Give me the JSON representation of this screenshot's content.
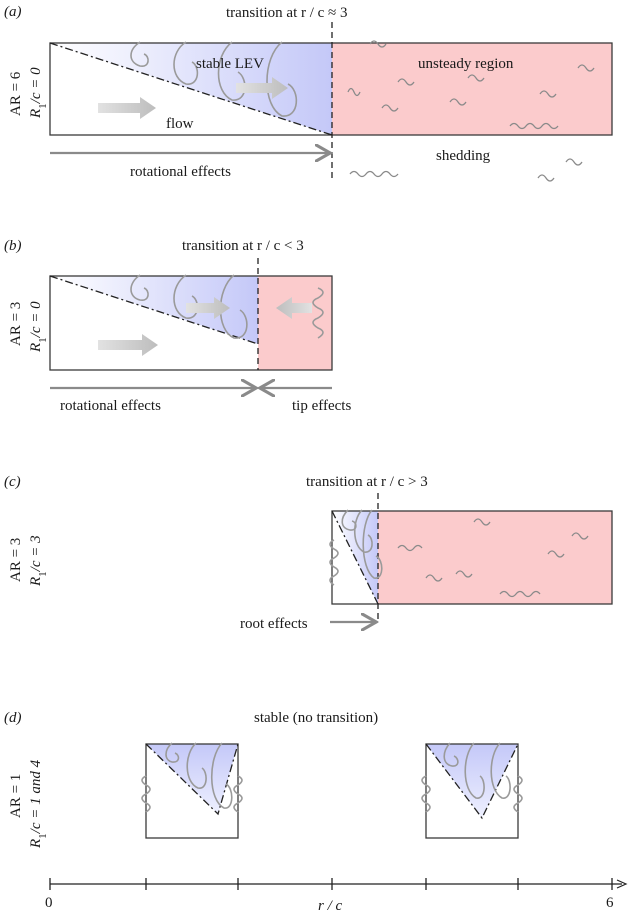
{
  "colors": {
    "stable": "#c9cdfa",
    "stable_fade": "#ffffff",
    "unsteady": "#fbcbcc",
    "arrow": "#8a8a8a",
    "swirl": "#9a9a9a",
    "outline": "#3a3a3a"
  },
  "panels": {
    "a": {
      "letter": "(a)",
      "param_ar": "AR = 6",
      "param_r": "R",
      "param_r_sub": "1",
      "param_r_tail": "/c = 0",
      "transition": "transition at r / c ≈ 3",
      "stable_label": "stable LEV",
      "unsteady_label": "unsteady region",
      "flow_label": "flow",
      "shedding_label": "shedding",
      "effects_label": "rotational effects"
    },
    "b": {
      "letter": "(b)",
      "param_ar": "AR = 3",
      "param_r": "R",
      "param_r_sub": "1",
      "param_r_tail": "/c = 0",
      "transition": "transition at r / c < 3",
      "effects_left": "rotational effects",
      "effects_right": "tip effects"
    },
    "c": {
      "letter": "(c)",
      "param_ar": "AR = 3",
      "param_r": "R",
      "param_r_sub": "1",
      "param_r_tail": "/c = 3",
      "transition": "transition at r / c > 3",
      "effects_label": "root effects"
    },
    "d": {
      "letter": "(d)",
      "param_ar": "AR = 1",
      "param_r": "R",
      "param_r_sub": "1",
      "param_r_tail": "/c = 1 and 4",
      "title": "stable (no transition)"
    }
  },
  "axis": {
    "label": "r / c",
    "tick_start": "0",
    "tick_end": "6",
    "range": [
      0,
      6
    ]
  }
}
